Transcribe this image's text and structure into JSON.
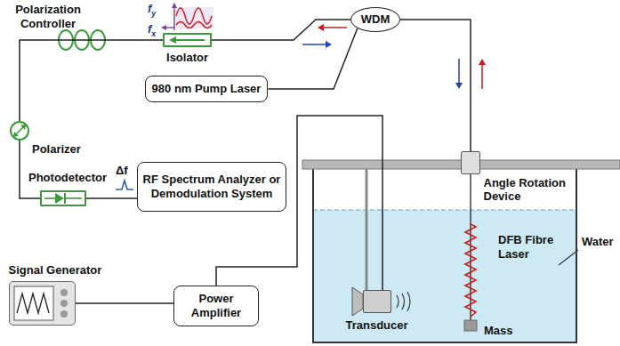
{
  "diagram": {
    "nodes": [
      {
        "text": [
          "Isolator"
        ]
      },
      {
        "text": [
          "WDM"
        ]
      },
      {
        "text": [
          "980 nm Pump Laser"
        ]
      },
      {
        "text": [
          "Polarizer"
        ]
      },
      {
        "text": [
          "Photodetector"
        ]
      },
      {
        "text": [
          "RF Spectrum Analyzer or Demodulation System"
        ]
      },
      {
        "text": [
          "Angle Rotation Device"
        ]
      },
      {
        "text": [
          "Signal Generator"
        ]
      },
      {
        "text": [
          "Power Amplifier"
        ]
      },
      {
        "text": [
          "Transducer"
        ]
      }
    ],
    "edges": [
      {
        "from": 1,
        "to": 0,
        "arrow": "none"
      },
      {
        "from": 2,
        "to": 1,
        "arrow": "none"
      },
      {
        "from": 0,
        "to": 3,
        "arrow": "none"
      },
      {
        "from": 3,
        "to": 4,
        "arrow": "none"
      },
      {
        "from": 4,
        "to": 5,
        "arrow": "none"
      },
      {
        "from": 1,
        "to": 6,
        "arrow": "none"
      },
      {
        "from": 7,
        "to": 8,
        "arrow": "none"
      },
      {
        "from": 8,
        "to": 9,
        "arrow": "none"
      }
    ],
    "labels": [
      "Polarization Controller",
      "fy",
      "fx",
      "Δf",
      "DFB Fibre Laser",
      "Mass",
      "Water"
    ]
  }
}
